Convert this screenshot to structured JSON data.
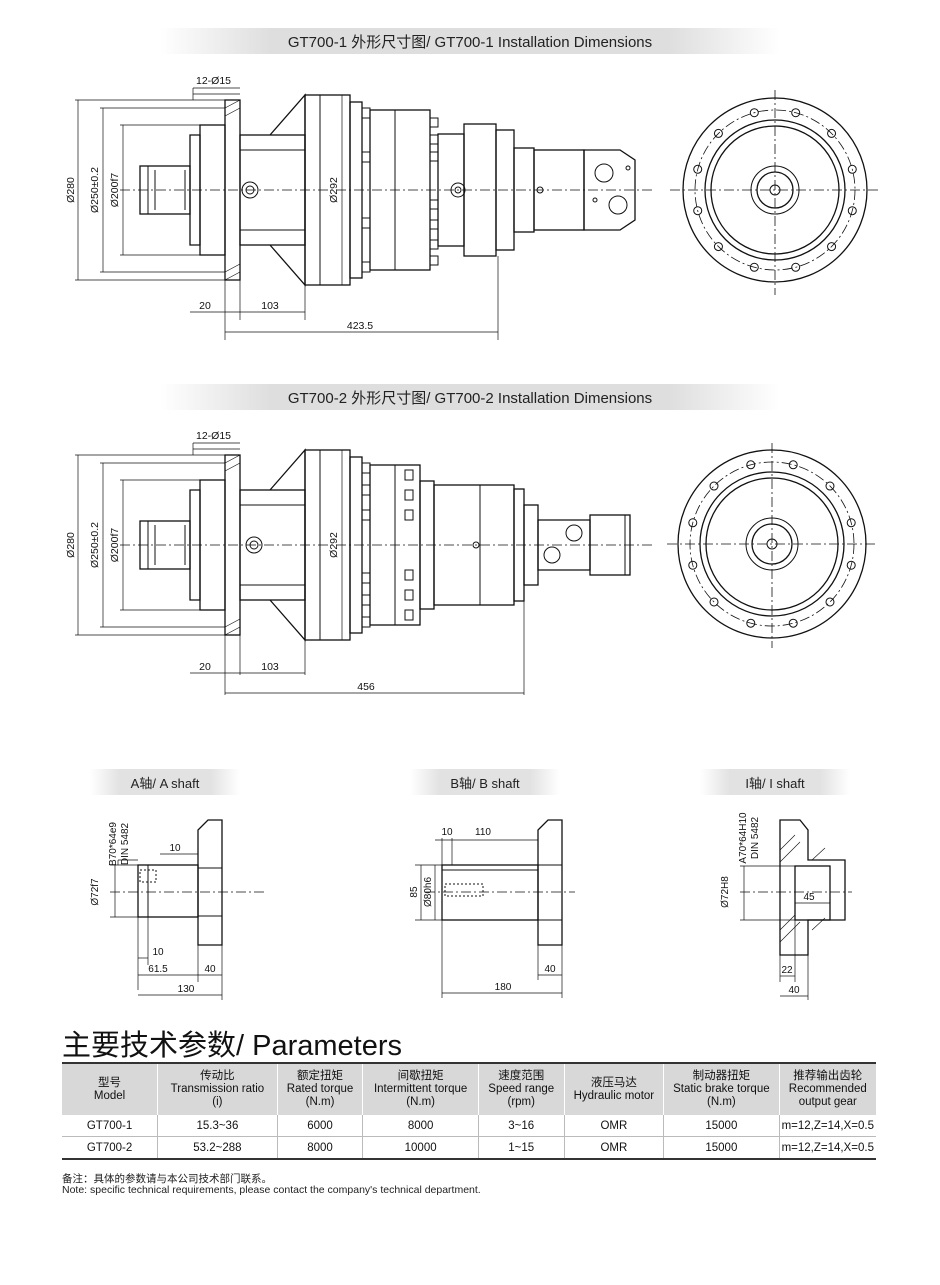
{
  "sections": {
    "gt700_1_title": "GT700-1 外形尺寸图/ GT700-1 Installation Dimensions",
    "gt700_2_title": "GT700-2 外形尺寸图/ GT700-2 Installation Dimensions",
    "a_shaft_title": "A轴/ A shaft",
    "b_shaft_title": "B轴/ B shaft",
    "i_shaft_title": "I轴/ I shaft"
  },
  "drawing1": {
    "holes": "12-Ø15",
    "d280": "Ø280",
    "d250": "Ø250±0.2",
    "d200": "Ø200f7",
    "d292": "Ø292",
    "dim20": "20",
    "dim103": "103",
    "total": "423.5"
  },
  "drawing2": {
    "holes": "12-Ø15",
    "d280": "Ø280",
    "d250": "Ø250±0.2",
    "d200": "Ø200f7",
    "d292": "Ø292",
    "dim20": "20",
    "dim103": "103",
    "total": "456"
  },
  "a_shaft": {
    "spline": "B70*64e9",
    "standard": "DIN 5482",
    "d72": "Ø72f7",
    "dim10_top": "10",
    "dim10_bottom": "10",
    "dim61_5": "61.5",
    "dim40": "40",
    "dim130": "130"
  },
  "b_shaft": {
    "dim10": "10",
    "dim110": "110",
    "dim85": "85",
    "d80": "Ø80h6",
    "dim40": "40",
    "dim180": "180"
  },
  "i_shaft": {
    "spline": "A70*64H10",
    "standard": "DIN 5482",
    "d72": "Ø72H8",
    "dim45": "45",
    "dim22": "22",
    "dim40": "40"
  },
  "parameters": {
    "title": "主要技术参数/ Parameters",
    "headers": [
      [
        "型号",
        "Model",
        ""
      ],
      [
        "传动比",
        "Transmission ratio",
        "(i)"
      ],
      [
        "额定扭矩",
        "Rated torque",
        "(N.m)"
      ],
      [
        "间歇扭矩",
        "Intermittent torque",
        "(N.m)"
      ],
      [
        "速度范围",
        "Speed range",
        "(rpm)"
      ],
      [
        "液压马达",
        "Hydraulic motor",
        ""
      ],
      [
        "制动器扭矩",
        "Static brake torque",
        "(N.m)"
      ],
      [
        "推荐输出齿轮",
        "Recommended",
        "output gear"
      ]
    ],
    "rows": [
      [
        "GT700-1",
        "15.3~36",
        "6000",
        "8000",
        "3~16",
        "OMR",
        "15000",
        "m=12,Z=14,X=0.5"
      ],
      [
        "GT700-2",
        "53.2~288",
        "8000",
        "10000",
        "1~15",
        "OMR",
        "15000",
        "m=12,Z=14,X=0.5"
      ]
    ]
  },
  "notes": {
    "cn": "备注：具体的参数请与本公司技术部门联系。",
    "en": "Note: specific technical requirements, please contact the company's technical department."
  }
}
